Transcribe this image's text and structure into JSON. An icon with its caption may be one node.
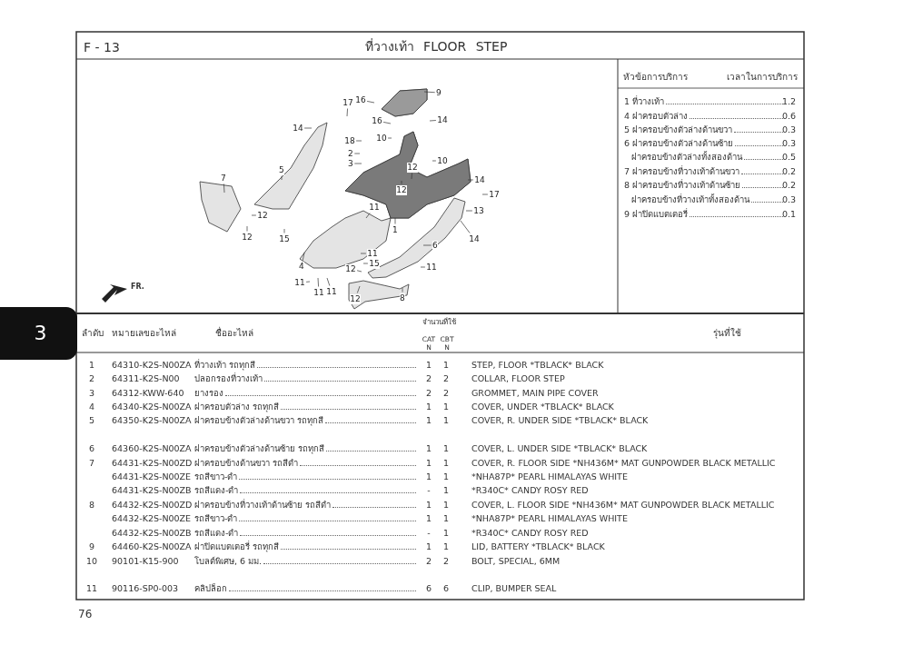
{
  "diagram": {
    "title": "ที่วางเท้า FLOOR STEP",
    "nodes": [
      {
        "text": [
          "9"
        ]
      },
      {
        "text": [
          "16"
        ]
      },
      {
        "text": [
          "17"
        ]
      },
      {
        "text": [
          "16"
        ]
      },
      {
        "text": [
          "14"
        ]
      },
      {
        "text": [
          "14"
        ]
      },
      {
        "text": [
          "10"
        ]
      },
      {
        "text": [
          "18"
        ]
      },
      {
        "text": [
          "2"
        ]
      },
      {
        "text": [
          "10"
        ]
      },
      {
        "text": [
          "3"
        ]
      },
      {
        "text": [
          "12"
        ]
      },
      {
        "text": [
          "5"
        ]
      },
      {
        "text": [
          "7"
        ]
      },
      {
        "text": [
          "14"
        ]
      },
      {
        "text": [
          "12"
        ]
      },
      {
        "text": [
          "17"
        ]
      },
      {
        "text": [
          "11"
        ]
      },
      {
        "text": [
          "13"
        ]
      },
      {
        "text": [
          "12"
        ]
      },
      {
        "text": [
          "1"
        ]
      },
      {
        "text": [
          "14"
        ]
      },
      {
        "text": [
          "12"
        ]
      },
      {
        "text": [
          "15"
        ]
      },
      {
        "text": [
          "6"
        ]
      },
      {
        "text": [
          "11"
        ]
      },
      {
        "text": [
          "15"
        ]
      },
      {
        "text": [
          "4"
        ]
      },
      {
        "text": [
          "11"
        ]
      },
      {
        "text": [
          "12"
        ]
      },
      {
        "text": [
          "11"
        ]
      },
      {
        "text": [
          "11"
        ]
      },
      {
        "text": [
          "11"
        ]
      },
      {
        "text": [
          "12"
        ]
      },
      {
        "text": [
          "8"
        ]
      }
    ],
    "edges": [
      {
        "from": 0,
        "to": null,
        "arrow": "none"
      },
      {
        "from": 1,
        "to": null,
        "arrow": "none"
      },
      {
        "from": 2,
        "to": null,
        "arrow": "none"
      },
      {
        "from": 3,
        "to": null,
        "arrow": "none"
      },
      {
        "from": 4,
        "to": null,
        "arrow": "none"
      },
      {
        "from": 5,
        "to": null,
        "arrow": "none"
      },
      {
        "from": 6,
        "to": null,
        "arrow": "none"
      },
      {
        "from": 7,
        "to": null,
        "arrow": "none"
      },
      {
        "from": 8,
        "to": null,
        "arrow": "none"
      },
      {
        "from": 9,
        "to": null,
        "arrow": "none"
      },
      {
        "from": 10,
        "to": null,
        "arrow": "none"
      },
      {
        "from": 11,
        "to": null,
        "arrow": "none"
      },
      {
        "from": 12,
        "to": null,
        "arrow": "none"
      },
      {
        "from": 13,
        "to": null,
        "arrow": "none"
      },
      {
        "from": 14,
        "to": null,
        "arrow": "none"
      },
      {
        "from": 15,
        "to": null,
        "arrow": "none"
      },
      {
        "from": 16,
        "to": null,
        "arrow": "none"
      },
      {
        "from": 17,
        "to": null,
        "arrow": "none"
      },
      {
        "from": 18,
        "to": null,
        "arrow": "none"
      },
      {
        "from": 19,
        "to": null,
        "arrow": "none"
      },
      {
        "from": 20,
        "to": null,
        "arrow": "none"
      },
      {
        "from": 21,
        "to": null,
        "arrow": "none"
      },
      {
        "from": 22,
        "to": null,
        "arrow": "none"
      },
      {
        "from": 23,
        "to": null,
        "arrow": "none"
      },
      {
        "from": 24,
        "to": null,
        "arrow": "none"
      },
      {
        "from": 25,
        "to": null,
        "arrow": "none"
      },
      {
        "from": 26,
        "to": null,
        "arrow": "none"
      },
      {
        "from": 27,
        "to": null,
        "arrow": "none"
      },
      {
        "from": 28,
        "to": null,
        "arrow": "none"
      },
      {
        "from": 29,
        "to": null,
        "arrow": "none"
      },
      {
        "from": 30,
        "to": null,
        "arrow": "none"
      },
      {
        "from": 31,
        "to": null,
        "arrow": "none"
      },
      {
        "from": 32,
        "to": null,
        "arrow": "none"
      },
      {
        "from": 33,
        "to": null,
        "arrow": "none"
      },
      {
        "from": 34,
        "to": null,
        "arrow": "none"
      }
    ],
    "labels": [
      "F - 13",
      "หัวข้อการบริการ",
      "เวลาในการบริการ",
      "1 ที่วางเท้า",
      "1.2",
      "4 ฝาครอบตัวล่าง",
      "0.6",
      "5 ฝาครอบข้างตัวล่างด้านขวา",
      "0.3",
      "6 ฝาครอบข้างตัวล่างด้านซ้าย",
      "0.3",
      "ฝาครอบข้างตัวล่างทั้งสองด้าน",
      "0.5",
      "7 ฝาครอบข้างที่วางเท้าด้านขวา",
      "0.2",
      "8 ฝาครอบข้างที่วางเท้าด้านซ้าย",
      "0.2",
      "ฝาครอบข้างที่วางเท้าทั้งสองด้าน",
      "0.3",
      "9 ฝาปิดแบตเตอรี่",
      "0.1",
      "FR.",
      "3",
      "ลำดับ",
      "หมายเลขอะไหล่",
      "ชื่ออะไหล่",
      "จำนวนที่ใช้",
      "CAT",
      "CBT",
      "รุ่นที่ใช้",
      "N",
      "N",
      "1",
      "64310-K2S-N00ZA",
      "ที่วางเท้า รถทุกสี",
      "1",
      "1",
      "STEP, FLOOR *TBLACK* BLACK",
      "2",
      "64311-K2S-N00",
      "ปลอกรองที่วางเท้า",
      "2",
      "2",
      "COLLAR, FLOOR STEP",
      "3",
      "64312-KWW-640",
      "ยางรอง",
      "2",
      "2",
      "GROMMET, MAIN PIPE COVER",
      "4",
      "64340-K2S-N00ZA",
      "ฝาครอบตัวล่าง รถทุกสี",
      "1",
      "1",
      "COVER, UNDER *TBLACK* BLACK",
      "5",
      "64350-K2S-N00ZA",
      "ฝาครอบข้างตัวล่างด้านขวา รถทุกสี",
      "1",
      "1",
      "COVER, R. UNDER SIDE *TBLACK* BLACK",
      "6",
      "64360-K2S-N00ZA",
      "ฝาครอบข้างตัวล่างด้านซ้าย รถทุกสี",
      "1",
      "1",
      "COVER, L. UNDER SIDE *TBLACK* BLACK",
      "7",
      "64431-K2S-N00ZD",
      "ฝาครอบข้างด้านขวา รถสีดำ",
      "1",
      "1",
      "COVER, R. FLOOR SIDE *NH436M* MAT GUNPOWDER BLACK METALLIC",
      "64431-K2S-N00ZE",
      "รถสีขาว-ดำ",
      "1",
      "1",
      "*NHA87P* PEARL HIMALAYAS WHITE",
      "64431-K2S-N00ZB",
      "รถสีแดง-ดำ",
      "-",
      "1",
      "*R340C* CANDY ROSY RED",
      "8",
      "64432-K2S-N00ZD",
      "ฝาครอบข้างที่วางเท้าด้านซ้าย รถสีดำ",
      "1",
      "1",
      "COVER, L. FLOOR SIDE *NH436M* MAT GUNPOWDER BLACK METALLIC",
      "64432-K2S-N00ZE",
      "รถสีขาว-ดำ",
      "1",
      "1",
      "*NHA87P* PEARL HIMALAYAS WHITE",
      "64432-K2S-N00ZB",
      "รถสีแดง-ดำ",
      "-",
      "1",
      "*R340C* CANDY ROSY RED",
      "9",
      "64460-K2S-N00ZA",
      "ฝาปิดแบตเตอรี่ รถทุกสี",
      "1",
      "1",
      "LID, BATTERY *TBLACK* BLACK",
      "10",
      "90101-K15-900",
      "โบลต์พิเศษ, 6 มม.",
      "2",
      "2",
      "BOLT, SPECIAL, 6MM",
      "11",
      "90116-SP0-003",
      "คลิปล็อก",
      "6",
      "6",
      "CLIP, BUMPER SEAL",
      "76"
    ]
  }
}
